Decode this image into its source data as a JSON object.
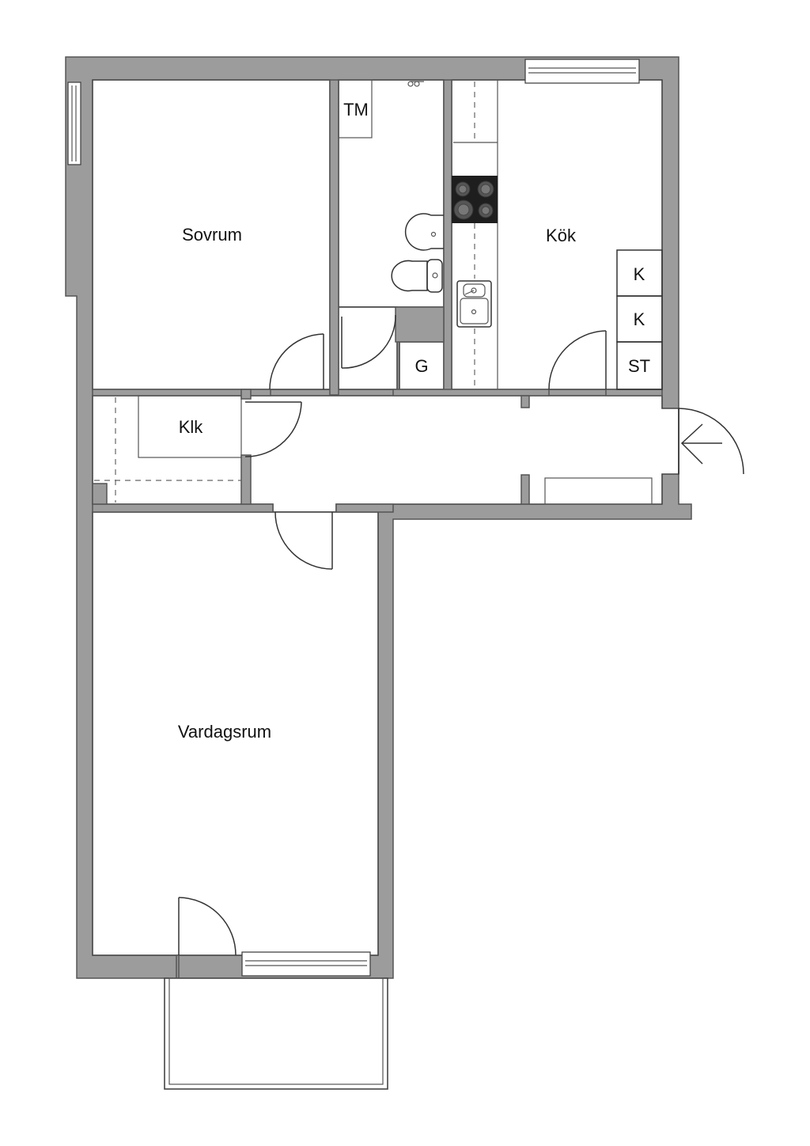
{
  "rooms": {
    "sovrum": "Sovrum",
    "kok": "Kök",
    "klk": "Klk",
    "vardagsrum": "Vardagsrum"
  },
  "fixtures": {
    "tm": "TM",
    "g": "G",
    "k1": "K",
    "k2": "K",
    "st": "ST"
  },
  "colors": {
    "wall": "#9c9c9c",
    "stove": "#555555"
  }
}
